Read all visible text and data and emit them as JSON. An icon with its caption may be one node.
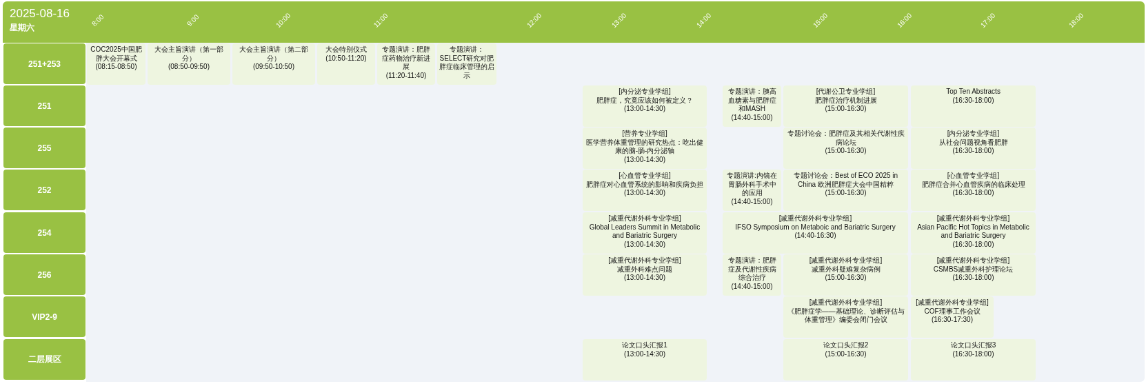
{
  "diagram": {
    "title": "2025-08-16",
    "nodes": [
      {
        "text": [
          "251+253"
        ]
      },
      {
        "text": [
          "COC2025中国肥胖大会开幕式",
          "(08:15-08:50)"
        ]
      },
      {
        "text": [
          "大会主旨演讲（第一部分）",
          "(08:50-09:50)"
        ]
      },
      {
        "text": [
          "大会主旨演讲（第二部分）",
          "(09:50-10:50)"
        ]
      },
      {
        "text": [
          "大会特别仪式",
          "(10:50-11:20)"
        ]
      },
      {
        "text": [
          "专题演讲：肥胖症药物治疗新进展",
          "(11:20-11:40)"
        ]
      },
      {
        "text": [
          "专题演讲：SELECT研究对肥胖症临床管理的启示"
        ]
      },
      {
        "text": [
          "251"
        ]
      },
      {
        "text": [
          "[内分泌专业学组]",
          "肥胖症，究竟应该如何被定义？",
          "(13:00-14:30)"
        ]
      },
      {
        "text": [
          "专题演讲：胰高血糖素与肥胖症和MASH",
          "(14:40-15:00)"
        ]
      },
      {
        "text": [
          "[代谢公卫专业学组]",
          "肥胖症治疗机制进展",
          "(15:00-16:30)"
        ]
      },
      {
        "text": [
          "Top Ten Abstracts",
          "(16:30-18:00)"
        ]
      },
      {
        "text": [
          "255"
        ]
      },
      {
        "text": [
          "[营养专业学组]",
          "医学营养体重管理的研究热点：吃出健康的脑-肠-内分泌轴",
          "(13:00-14:30)"
        ]
      },
      {
        "text": [
          "专题讨论会：肥胖症及其相关代谢性疾病论坛",
          "(15:00-16:30)"
        ]
      },
      {
        "text": [
          "[内分泌专业学组]",
          "从社会问题视角看肥胖",
          "(16:30-18:00)"
        ]
      },
      {
        "text": [
          "252"
        ]
      },
      {
        "text": [
          "[心血管专业学组]",
          "肥胖症对心血管系统的影响和疾病负担",
          "(13:00-14:30)"
        ]
      },
      {
        "text": [
          "专题演讲:内镜在胃肠外科手术中的应用",
          "(14:40-15:00)"
        ]
      },
      {
        "text": [
          "专题讨论会：Best of ECO 2025 in China 欧洲肥胖症大会中国精粹",
          "(15:00-16:30)"
        ]
      },
      {
        "text": [
          "[心血管专业学组]",
          "肥胖症合并心血管疾病的临床处理",
          "(16:30-18:00)"
        ]
      },
      {
        "text": [
          "254"
        ]
      },
      {
        "text": [
          "[减重代谢外科专业学组]",
          "Global Leaders Summit in Metabolic and Bariatric Surgery",
          "(13:00-14:30)"
        ]
      },
      {
        "text": [
          "[减重代谢外科专业学组]",
          "IFSO Symposium on Metaboic and Bariatric Surgery",
          "(14:40-16:30)"
        ]
      },
      {
        "text": [
          "[减重代谢外科专业学组]",
          "Asian Pacific Hot Topics in Metabolic and Bariatric Surgery",
          "(16:30-18:00)"
        ]
      },
      {
        "text": [
          "256"
        ]
      },
      {
        "text": [
          "[减重代谢外科专业学组]",
          "减重外科难点问题",
          "(13:00-14:30)"
        ]
      },
      {
        "text": [
          "专题演讲：肥胖症及代谢性疾病综合治疗",
          "(14:40-15:00)"
        ]
      },
      {
        "text": [
          "[减重代谢外科专业学组]",
          "减重外科疑难复杂病例",
          "(15:00-16:30)"
        ]
      },
      {
        "text": [
          "[减重代谢外科专业学组]",
          "CSMBS减重外科护理论坛",
          "(16:30-18:00)"
        ]
      },
      {
        "text": [
          "VIP2-9"
        ]
      },
      {
        "text": [
          "[减重代谢外科专业学组]",
          "《肥胖症学——基础理论、诊断评估与体重管理》编委会闭门会议"
        ]
      },
      {
        "text": [
          "[减重代谢外科专业学组]",
          "COF理事工作会议",
          "(16:30-17:30)"
        ]
      },
      {
        "text": [
          "二层展区"
        ]
      },
      {
        "text": [
          "论文口头汇报1",
          "(13:00-14:30)"
        ]
      },
      {
        "text": [
          "论文口头汇报2",
          "(15:00-16:30)"
        ]
      },
      {
        "text": [
          "论文口头汇报3",
          "(16:30-18:00)"
        ]
      }
    ],
    "labels": [
      "星期六",
      "8:00",
      "9:00",
      "10:00",
      "11:00",
      "12:00",
      "13:00",
      "14:00",
      "15:00",
      "16:00",
      "17:00",
      "18:00"
    ]
  }
}
